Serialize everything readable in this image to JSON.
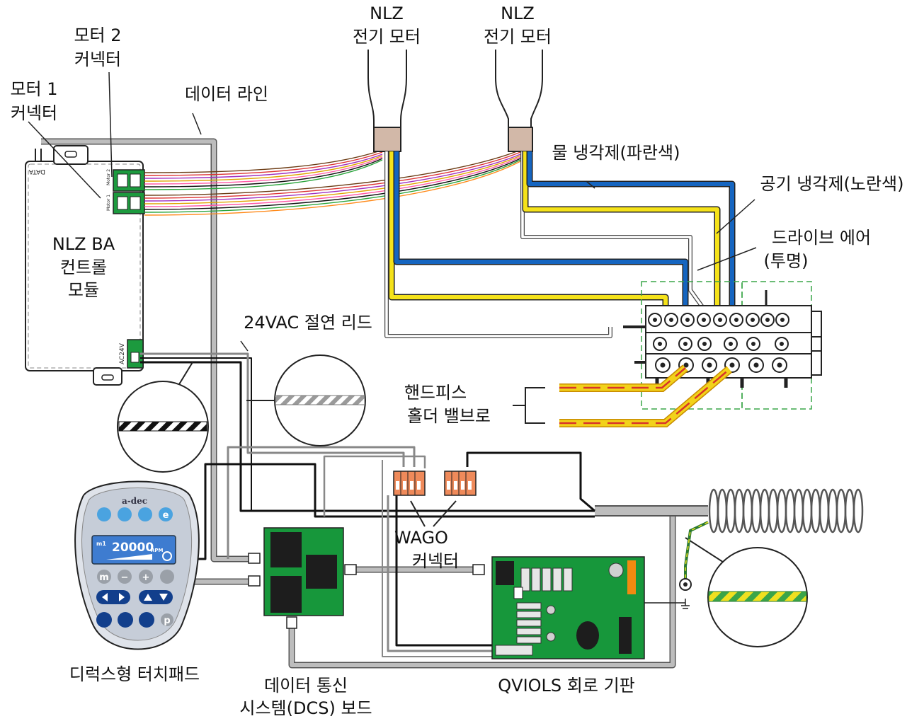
{
  "labels": {
    "motor_left": [
      "NLZ",
      "전기 모터"
    ],
    "motor_right": [
      "NLZ",
      "전기 모터"
    ],
    "motor2_connector": [
      "모터 2",
      "커넥터"
    ],
    "motor1_connector": [
      "모터 1",
      "커넥터"
    ],
    "data_line": "데이터 라인",
    "water_coolant": "물 냉각제(파란색)",
    "air_coolant": "공기 냉각제(노란색)",
    "drive_air": [
      "드라이브 에어",
      "(투명)"
    ],
    "control_module": [
      "NLZ BA",
      "컨트롤",
      "모듈"
    ],
    "insulated_leads": "24VAC 절연 리드",
    "handpiece_valves": [
      "핸드피스",
      "홀더 밸브로"
    ],
    "wago": [
      "WAGO",
      "커넥터"
    ],
    "touchpad": "디럭스형 터치패드",
    "dcs_board": [
      "데이터 통신",
      "시스템(DCS) 보드"
    ],
    "qviols_board": "QVIOLS 회로 기판"
  },
  "module_text": {
    "data": "DATA",
    "ac24v": "AC24V",
    "motor2": "Motor 2",
    "motor1": "Motor 1"
  },
  "touchpad": {
    "brand": "a-dec",
    "lcd_mode": "m1",
    "lcd_value": "20000",
    "lcd_unit": "RPM",
    "button_e": "e",
    "button_m": "m",
    "button_minus": "−",
    "button_plus": "+",
    "button_p": "p"
  },
  "colors": {
    "water": "#1565c0",
    "air": "#f5e21a",
    "board_green": "#17973b",
    "wago_orange": "#ef8a5a",
    "ground_green": "#3aa548"
  }
}
